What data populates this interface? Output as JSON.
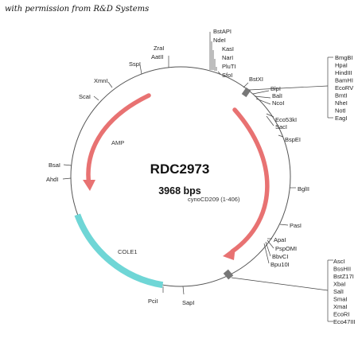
{
  "credit": "with permission from R&D Systems",
  "plasmid": {
    "name": "RDC2973",
    "size_label": "3968 bps"
  },
  "colors": {
    "backbone": "#555555",
    "amp_arrow": "#e87272",
    "insert_arrow": "#e87272",
    "ori_arc": "#6fd6d6",
    "site_marker": "#777777",
    "leader_line": "#444444"
  },
  "features": {
    "amp": "AMP",
    "insert": "cynoCD209 (1-406)",
    "ori": "COLE1"
  },
  "sites": {
    "top_cluster": [
      "BstAPI",
      "NdeI",
      "KasI",
      "NarI",
      "PluTI",
      "SfoI"
    ],
    "zral": "ZraI",
    "aatii": "AatII",
    "sspi": "SspI",
    "xmni": "XmnI",
    "scai": "ScaI",
    "bsai": "BsaI",
    "ahdi": "AhdI",
    "pcii": "PciI",
    "sapi": "SapI",
    "bstxi": "BstXI",
    "blpi": "BlpI",
    "bali": "BalI",
    "ncoi": "NcoI",
    "eco53ki": "Eco53kI",
    "saci": "SacI",
    "bspei": "BspEI",
    "bglii": "BglII",
    "pasi": "PasI",
    "apai": "ApaI",
    "pspomi": "PspOMI",
    "bbvci": "BbvCI",
    "bpu10i": "Bpu10I",
    "right_upper_cluster": [
      "BmgBI",
      "HpaI",
      "HindIII",
      "BamHI",
      "EcoRV",
      "BmtI",
      "NheI",
      "NotI",
      "EagI"
    ],
    "right_lower_cluster": [
      "AscI",
      "BssHII",
      "BstZ17I",
      "XbaI",
      "SalI",
      "SmaI",
      "XmaI",
      "EcoRI",
      "Eco47III"
    ]
  }
}
